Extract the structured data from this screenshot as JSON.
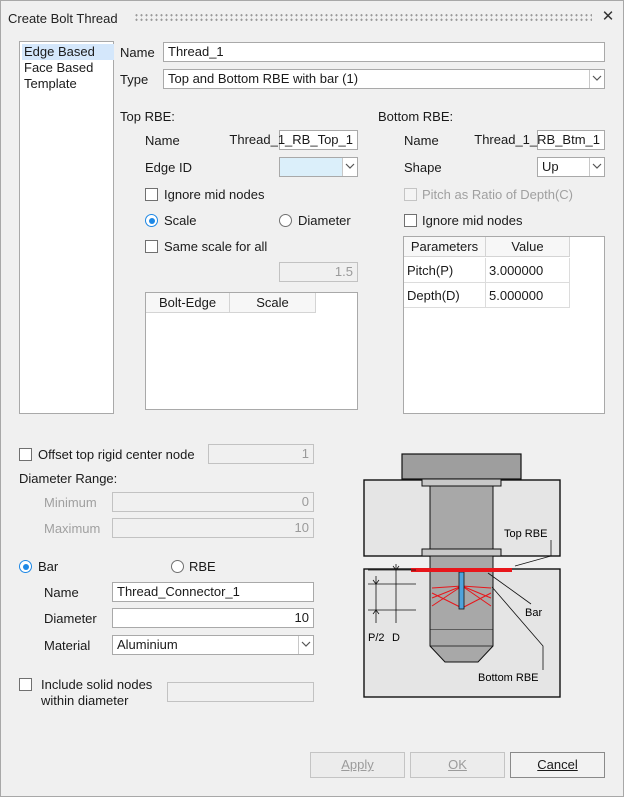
{
  "window": {
    "title": "Create Bolt Thread"
  },
  "nav": {
    "items": [
      {
        "label": "Edge Based"
      },
      {
        "label": "Face Based"
      },
      {
        "label": "Template"
      }
    ]
  },
  "form": {
    "name_label": "Name",
    "name_value": "Thread_1",
    "type_label": "Type",
    "type_value": "Top and Bottom RBE with bar (1)"
  },
  "top_rbe": {
    "heading": "Top RBE:",
    "name_label": "Name",
    "name_value": "Thread_1_RB_Top_1",
    "edge_id_label": "Edge ID",
    "edge_id_value": "",
    "ignore_mid_label": "Ignore mid nodes",
    "scale_label": "Scale",
    "diameter_label": "Diameter",
    "same_scale_label": "Same scale for all",
    "scale_value": "1.5",
    "table_headers": [
      "Bolt-Edge",
      "Scale"
    ]
  },
  "bottom_rbe": {
    "heading": "Bottom RBE:",
    "name_label": "Name",
    "name_value": "Thread_1_RB_Btm_1",
    "shape_label": "Shape",
    "shape_value": "Up",
    "pitch_ratio_label": "Pitch as Ratio of Depth(C)",
    "ignore_mid_label": "Ignore mid nodes",
    "table_headers": [
      "Parameters",
      "Value"
    ],
    "rows": [
      {
        "param": "Pitch(P)",
        "value": "3.000000"
      },
      {
        "param": "Depth(D)",
        "value": "5.000000"
      }
    ]
  },
  "offset": {
    "label": "Offset top rigid center node",
    "value": "1"
  },
  "diameter_range": {
    "heading": "Diameter Range:",
    "min_label": "Minimum",
    "min_value": "0",
    "max_label": "Maximum",
    "max_value": "10"
  },
  "connector": {
    "bar_label": "Bar",
    "rbe_label": "RBE",
    "name_label": "Name",
    "name_value": "Thread_Connector_1",
    "diameter_label": "Diameter",
    "diameter_value": "10",
    "material_label": "Material",
    "material_value": "Aluminium"
  },
  "include_solid": {
    "line1": "Include solid nodes",
    "line2": "within diameter",
    "value": ""
  },
  "diagram": {
    "top_rbe": "Top RBE",
    "bar": "Bar",
    "bottom_rbe": "Bottom RBE",
    "p2": "P/2",
    "d": "D"
  },
  "buttons": {
    "apply": "Apply",
    "ok": "OK",
    "cancel": "Cancel"
  },
  "colors": {
    "accent": "#1e88e5",
    "rbe_line": "#e8161b",
    "selected_row": "#d4e7fb",
    "edge_id_bg": "#dbeffa"
  }
}
